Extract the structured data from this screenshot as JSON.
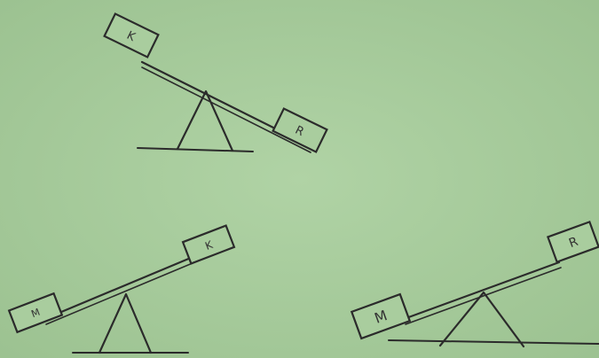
{
  "background": "#a5c99a",
  "ink": "#2b2b2b",
  "seesaws": [
    {
      "left_box": "K",
      "right_box": "R",
      "lower_side": "right"
    },
    {
      "left_box": "M",
      "right_box": "K",
      "lower_side": "left"
    },
    {
      "left_box": "M",
      "right_box": "R",
      "lower_side": "left"
    }
  ]
}
